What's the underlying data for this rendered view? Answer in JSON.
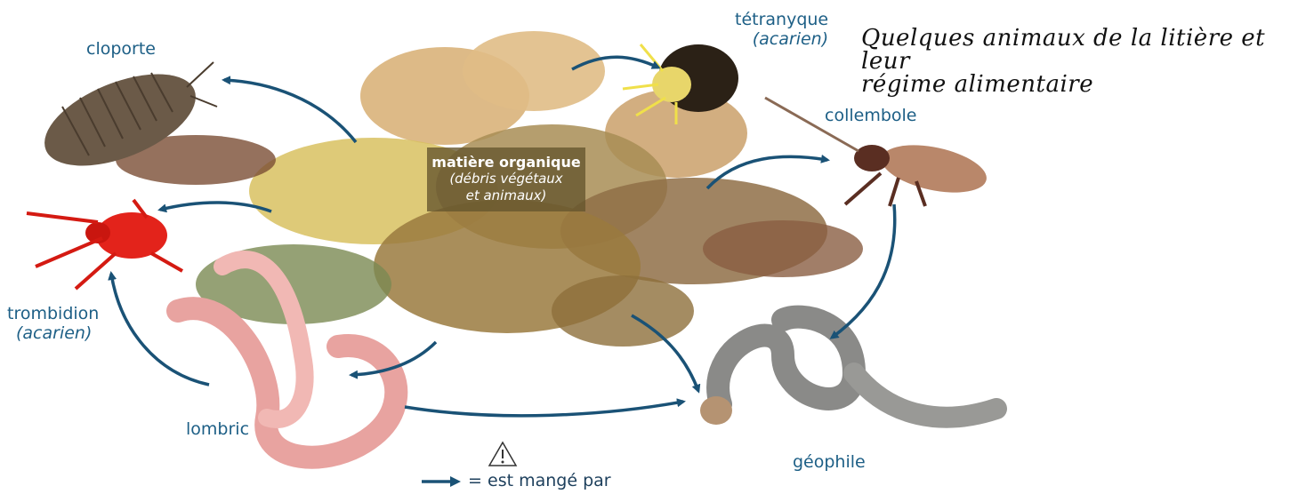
{
  "title": {
    "line1": "Quelques animaux de la litière et leur",
    "line2": "régime alimentaire"
  },
  "center": {
    "title": "matière organique",
    "sub1": "(débris végétaux",
    "sub2": "et animaux)"
  },
  "animals": {
    "cloporte": "cloporte",
    "tetranyque": "tétranyque",
    "tetranyque_sub": "(acarien)",
    "collembole": "collembole",
    "trombidion": "trombidion",
    "trombidion_sub": "(acarien)",
    "lombric": "lombric",
    "geophile": "géophile"
  },
  "legend": {
    "text": "= est mangé par"
  },
  "colors": {
    "arrow": "#1a5276",
    "label": "#1d5f86"
  }
}
